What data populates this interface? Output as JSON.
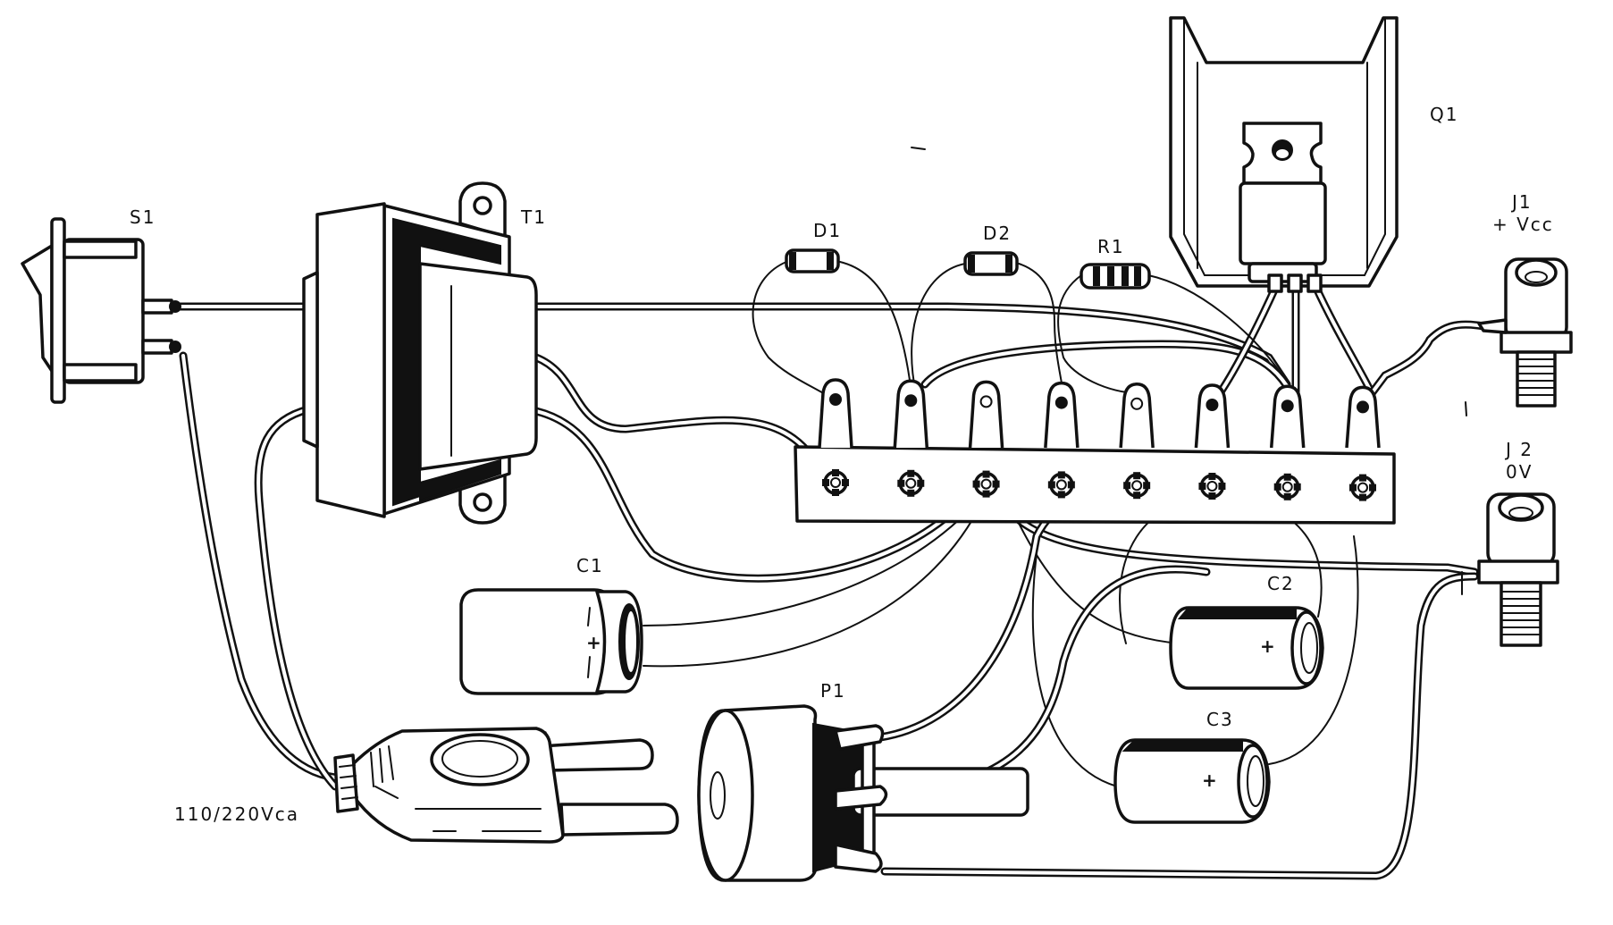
{
  "title": "Wiring diagram - power supply assembly",
  "colors": {
    "ink": "#111111",
    "paper": "#ffffff"
  },
  "components": {
    "s1": {
      "label": "S1",
      "type": "rocker-switch"
    },
    "t1": {
      "label": "T1",
      "type": "transformer"
    },
    "d1": {
      "label": "D1",
      "type": "diode"
    },
    "d2": {
      "label": "D2",
      "type": "diode"
    },
    "r1": {
      "label": "R1",
      "type": "resistor"
    },
    "q1": {
      "label": "Q1",
      "type": "transistor-on-heatsink"
    },
    "j1": {
      "label": "J1",
      "sublabel": "+ Vcc",
      "type": "binding-post"
    },
    "j2": {
      "label": "J 2",
      "sublabel": "0V",
      "type": "binding-post"
    },
    "c1": {
      "label": "C1",
      "type": "electrolytic-capacitor",
      "polarity": "+"
    },
    "c2": {
      "label": "C2",
      "type": "electrolytic-capacitor",
      "polarity": "+"
    },
    "c3": {
      "label": "C3",
      "type": "electrolytic-capacitor",
      "polarity": "+"
    },
    "p1": {
      "label": "P1",
      "type": "potentiometer"
    },
    "plug": {
      "label": "110/220Vca",
      "type": "mains-plug"
    },
    "terminal_strip": {
      "type": "terminal-strip",
      "lugs": 8
    }
  }
}
